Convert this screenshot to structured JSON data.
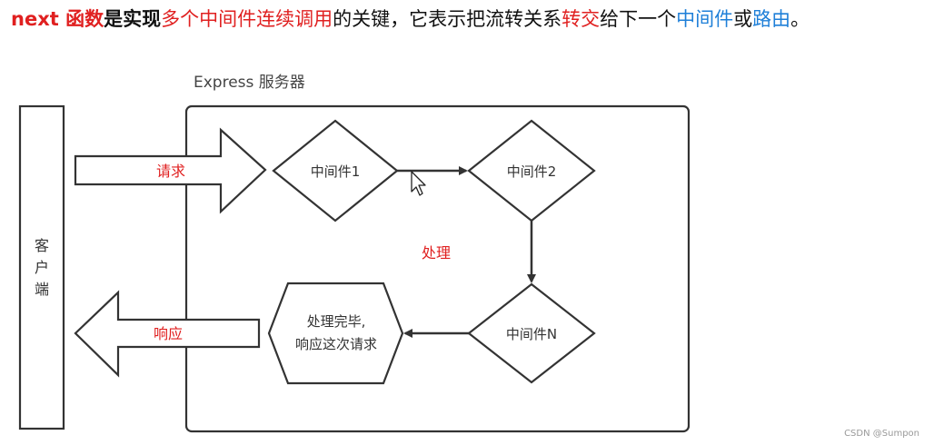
{
  "headline": [
    {
      "text": "next 函数",
      "style": "red bold"
    },
    {
      "text": "是实现",
      "style": "plain bold"
    },
    {
      "text": "多个中间件连续调用",
      "style": "red"
    },
    {
      "text": "的关键，它表示把流转关系",
      "style": "plain"
    },
    {
      "text": "转交",
      "style": "red"
    },
    {
      "text": "给下一个",
      "style": "plain"
    },
    {
      "text": "中间件",
      "style": "blue"
    },
    {
      "text": "或",
      "style": "plain"
    },
    {
      "text": "路由",
      "style": "blue"
    },
    {
      "text": "。",
      "style": "plain"
    }
  ],
  "diagram": {
    "server_label": "Express 服务器",
    "client_label": [
      "客",
      "户",
      "端"
    ],
    "request_label": "请求",
    "response_label": "响应",
    "process_label": "处理",
    "middleware1": "中间件1",
    "middleware2": "中间件2",
    "middlewareN": "中间件N",
    "finish_lines": [
      "处理完毕,",
      "响应这次请求"
    ]
  },
  "watermark": "CSDN @Sumpon",
  "colors": {
    "red": "#e02020",
    "blue": "#1e7fd8",
    "stroke": "#333333"
  }
}
